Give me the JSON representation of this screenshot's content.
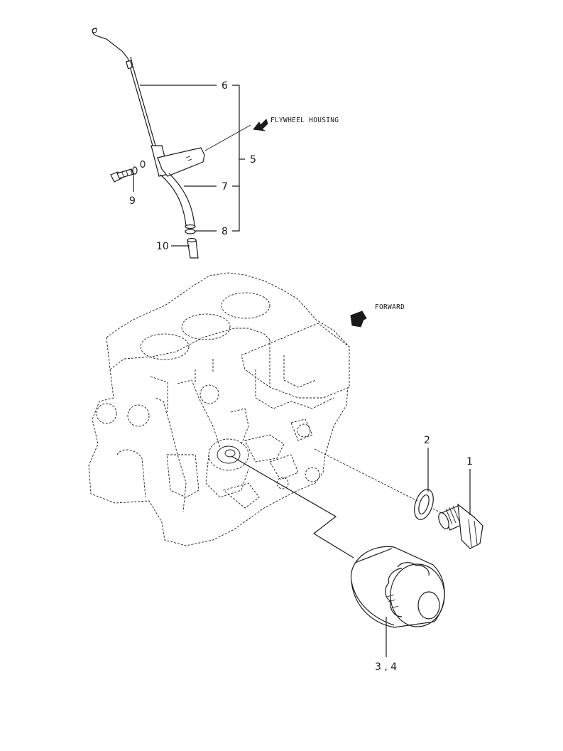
{
  "callouts": {
    "c1": "1",
    "c2": "2",
    "c34": "3 , 4",
    "c5": "5",
    "c6": "6",
    "c7": "7",
    "c8": "8",
    "c9": "9",
    "c10": "10"
  },
  "notes": {
    "flywheel": "FLYWHEEL HOUSING",
    "forward": "FORWARD"
  },
  "colors": {
    "ink": "#1a1a1a",
    "paper": "#ffffff"
  },
  "icons": [
    "direction-arrow-icon"
  ]
}
